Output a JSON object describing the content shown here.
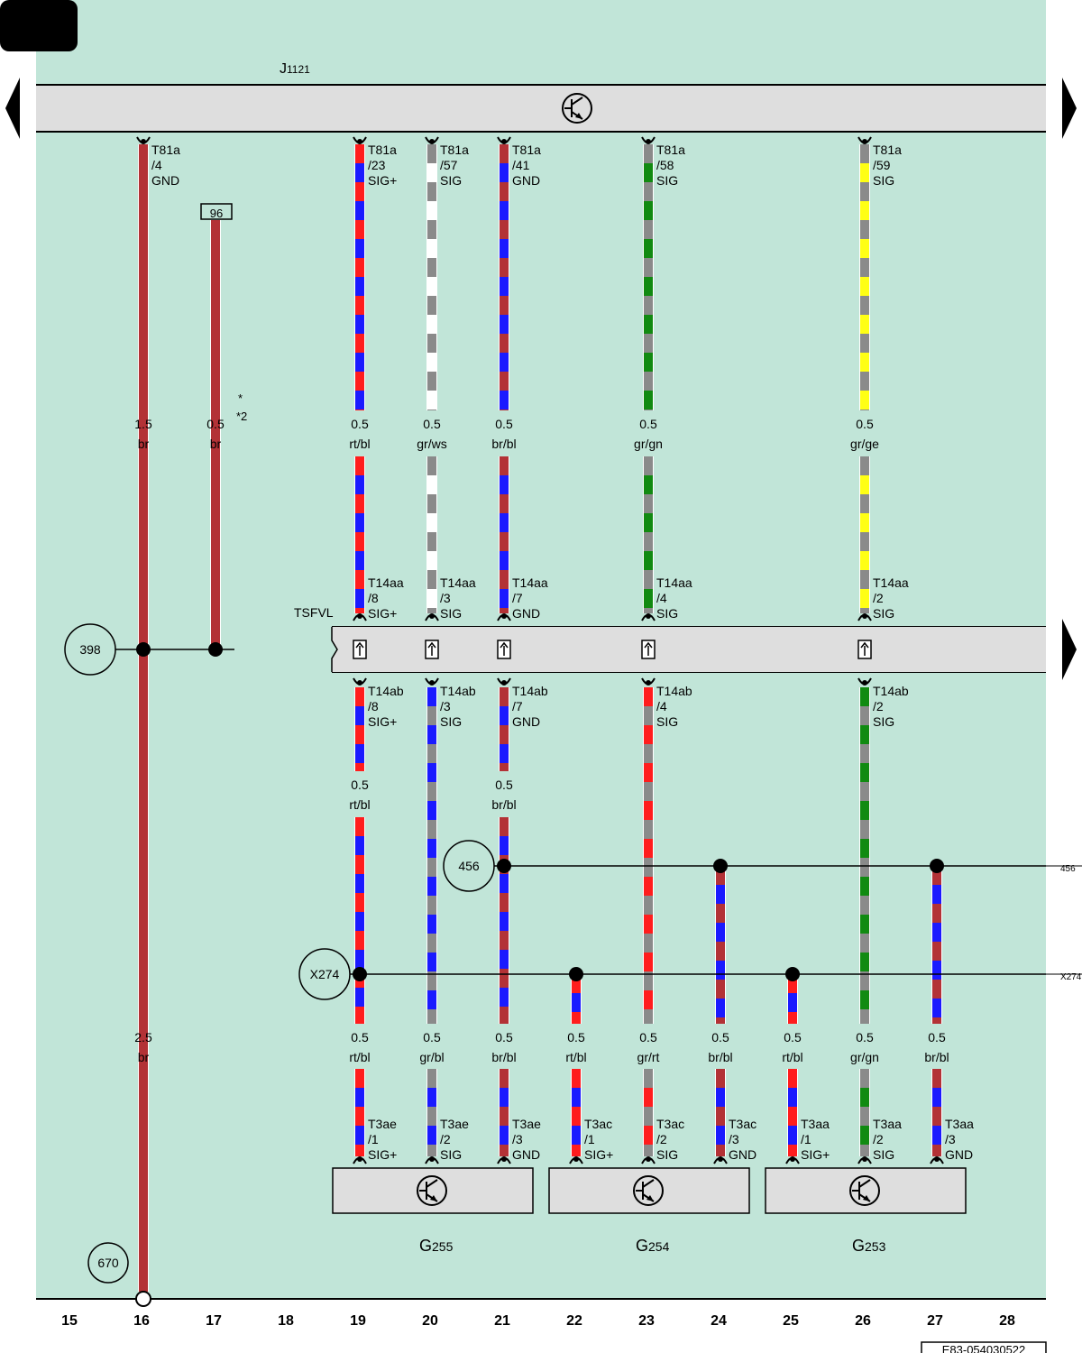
{
  "header": {
    "ecu_name": "J",
    "ecu_sub": "1121"
  },
  "bus": {
    "name": "TSFVL"
  },
  "splices": [
    {
      "label": "398"
    },
    {
      "label": "456",
      "side_label": "456"
    },
    {
      "label": "X274",
      "side_label": "X274"
    },
    {
      "label": "670"
    }
  ],
  "fuse_label": "96",
  "footnote": {
    "line1": "*",
    "line2": "*2"
  },
  "colors": {
    "background": "#c1e5d8",
    "module_fill": "#dedede",
    "br": "#b33236",
    "rt": "#ff1d1d",
    "bl": "#1a1aff",
    "gr": "#8a8a8a",
    "ws": "#ffffff",
    "gn": "#118a11",
    "ge": "#ffff14"
  },
  "wires_upper": [
    {
      "id": "w16",
      "pin": [
        "T81a",
        "/4",
        "GND"
      ],
      "gauge": "1.5",
      "color": "br",
      "stripes": [
        "br"
      ]
    },
    {
      "id": "w17",
      "pin": [
        "",
        "",
        ""
      ],
      "gauge": "0.5",
      "color": "br",
      "stripes": [
        "br"
      ]
    },
    {
      "id": "w19",
      "pin": [
        "T81a",
        "/23",
        "SIG+"
      ],
      "gauge": "0.5",
      "color": "rt/bl",
      "stripes": [
        "rt",
        "bl"
      ],
      "pin_low": [
        "T14aa",
        "/8",
        "SIG+"
      ]
    },
    {
      "id": "w20",
      "pin": [
        "T81a",
        "/57",
        "SIG"
      ],
      "gauge": "0.5",
      "color": "gr/ws",
      "stripes": [
        "gr",
        "ws"
      ],
      "pin_low": [
        "T14aa",
        "/3",
        "SIG"
      ]
    },
    {
      "id": "w21",
      "pin": [
        "T81a",
        "/41",
        "GND"
      ],
      "gauge": "0.5",
      "color": "br/bl",
      "stripes": [
        "br",
        "bl"
      ],
      "pin_low": [
        "T14aa",
        "/7",
        "GND"
      ]
    },
    {
      "id": "w23",
      "pin": [
        "T81a",
        "/58",
        "SIG"
      ],
      "gauge": "0.5",
      "color": "gr/gn",
      "stripes": [
        "gr",
        "gn"
      ],
      "pin_low": [
        "T14aa",
        "/4",
        "SIG"
      ]
    },
    {
      "id": "w26",
      "pin": [
        "T81a",
        "/59",
        "SIG"
      ],
      "gauge": "0.5",
      "color": "gr/ge",
      "stripes": [
        "gr",
        "ge"
      ],
      "pin_low": [
        "T14aa",
        "/2",
        "SIG"
      ]
    }
  ],
  "wires_middle": [
    {
      "id": "m19",
      "pin": [
        "T14ab",
        "/8",
        "SIG+"
      ],
      "gauge": "0.5",
      "color": "rt/bl",
      "stripes": [
        "rt",
        "bl"
      ]
    },
    {
      "id": "m20",
      "pin": [
        "T14ab",
        "/3",
        "SIG"
      ],
      "gauge": "",
      "color": "",
      "stripes": [
        "bl",
        "gr"
      ]
    },
    {
      "id": "m21",
      "pin": [
        "T14ab",
        "/7",
        "GND"
      ],
      "gauge": "0.5",
      "color": "br/bl",
      "stripes": [
        "br",
        "bl"
      ]
    },
    {
      "id": "m23",
      "pin": [
        "T14ab",
        "/4",
        "SIG"
      ],
      "gauge": "",
      "color": "",
      "stripes": [
        "rt",
        "gr"
      ]
    },
    {
      "id": "m26",
      "pin": [
        "T14ab",
        "/2",
        "SIG"
      ],
      "gauge": "",
      "color": "",
      "stripes": [
        "gn",
        "gr"
      ]
    }
  ],
  "wires_lower": [
    {
      "id": "l16",
      "gauge": "2.5",
      "color": "br",
      "stripes": [
        "br"
      ],
      "pin": [
        "",
        "",
        ""
      ]
    },
    {
      "id": "l19",
      "gauge": "0.5",
      "color": "rt/bl",
      "stripes": [
        "rt",
        "bl"
      ],
      "pin": [
        "T3ae",
        "/1",
        "SIG+"
      ]
    },
    {
      "id": "l20",
      "gauge": "0.5",
      "color": "gr/bl",
      "stripes": [
        "gr",
        "bl"
      ],
      "pin": [
        "T3ae",
        "/2",
        "SIG"
      ]
    },
    {
      "id": "l21",
      "gauge": "0.5",
      "color": "br/bl",
      "stripes": [
        "br",
        "bl"
      ],
      "pin": [
        "T3ae",
        "/3",
        "GND"
      ]
    },
    {
      "id": "l22",
      "gauge": "0.5",
      "color": "rt/bl",
      "stripes": [
        "rt",
        "bl"
      ],
      "pin": [
        "T3ac",
        "/1",
        "SIG+"
      ]
    },
    {
      "id": "l23",
      "gauge": "0.5",
      "color": "gr/rt",
      "stripes": [
        "gr",
        "rt"
      ],
      "pin": [
        "T3ac",
        "/2",
        "SIG"
      ]
    },
    {
      "id": "l24",
      "gauge": "0.5",
      "color": "br/bl",
      "stripes": [
        "br",
        "bl"
      ],
      "pin": [
        "T3ac",
        "/3",
        "GND"
      ]
    },
    {
      "id": "l25",
      "gauge": "0.5",
      "color": "rt/bl",
      "stripes": [
        "rt",
        "bl"
      ],
      "pin": [
        "T3aa",
        "/1",
        "SIG+"
      ]
    },
    {
      "id": "l26",
      "gauge": "0.5",
      "color": "gr/gn",
      "stripes": [
        "gr",
        "gn"
      ],
      "pin": [
        "T3aa",
        "/2",
        "SIG"
      ]
    },
    {
      "id": "l27",
      "gauge": "0.5",
      "color": "br/bl",
      "stripes": [
        "br",
        "bl"
      ],
      "pin": [
        "T3aa",
        "/3",
        "GND"
      ]
    }
  ],
  "sensors": [
    {
      "name": "G",
      "sub": "255"
    },
    {
      "name": "G",
      "sub": "254"
    },
    {
      "name": "G",
      "sub": "253"
    }
  ],
  "columns": [
    "15",
    "16",
    "17",
    "18",
    "19",
    "20",
    "21",
    "22",
    "23",
    "24",
    "25",
    "26",
    "27",
    "28"
  ],
  "doc_id": "E83-054030522"
}
